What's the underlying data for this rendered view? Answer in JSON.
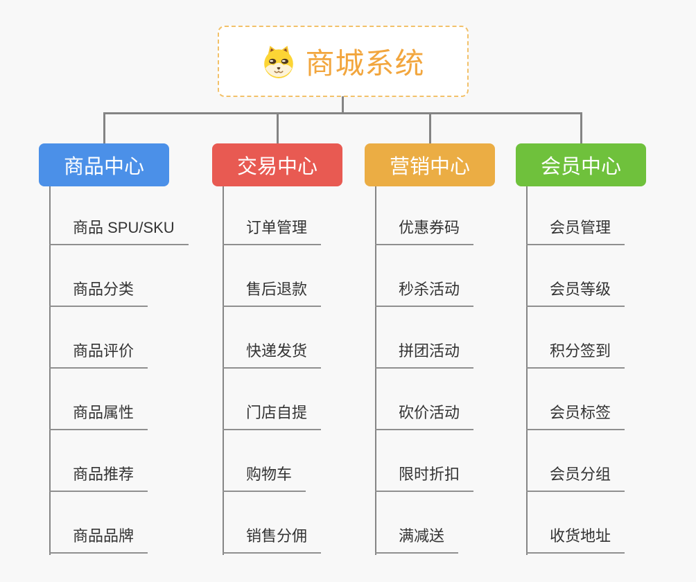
{
  "page": {
    "background": "#f8f8f8"
  },
  "root": {
    "title": "商城系统",
    "icon": "dog-face-icon",
    "text_color": "#f2a63e",
    "border_color": "#f2c169",
    "background": "#ffffff"
  },
  "connectors": {
    "tree_line_color": "#848484",
    "branch_line_color": "#858585",
    "leaf_underline_color": "#8f8f8f"
  },
  "leaf_style": {
    "text_color": "#333333"
  },
  "branches": [
    {
      "label": "商品中心",
      "color": "#4b90e8",
      "children": [
        "商品 SPU/SKU",
        "商品分类",
        "商品评价",
        "商品属性",
        "商品推荐",
        "商品品牌"
      ]
    },
    {
      "label": "交易中心",
      "color": "#e85a52",
      "children": [
        "订单管理",
        "售后退款",
        "快递发货",
        "门店自提",
        "购物车",
        "销售分佣"
      ]
    },
    {
      "label": "营销中心",
      "color": "#ebad44",
      "children": [
        "优惠券码",
        "秒杀活动",
        "拼团活动",
        "砍价活动",
        "限时折扣",
        "满减送"
      ]
    },
    {
      "label": "会员中心",
      "color": "#6fc13c",
      "children": [
        "会员管理",
        "会员等级",
        "积分签到",
        "会员标签",
        "会员分组",
        "收货地址"
      ]
    }
  ]
}
